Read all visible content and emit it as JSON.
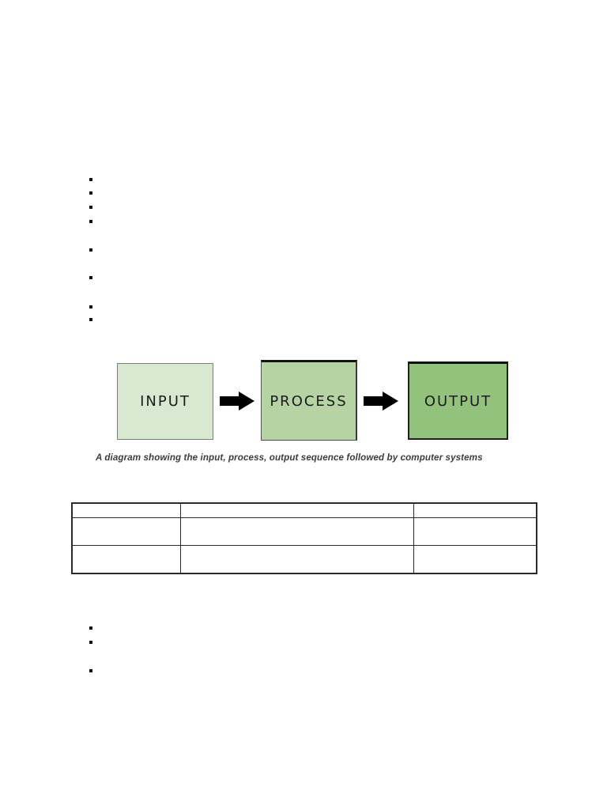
{
  "document": {
    "background_color": "#ffffff",
    "bullets": {
      "marker_style": "black-square",
      "top_group_count": 8,
      "bottom_group_count": 3
    },
    "diagram": {
      "boxes": [
        {
          "label": "INPUT",
          "fill_color": "#d9e8d0",
          "border_color": "#7f7f7f"
        },
        {
          "label": "PROCESS",
          "fill_color": "#b6d3a3",
          "border_color": "#4f4f4f"
        },
        {
          "label": "OUTPUT",
          "fill_color": "#92c27c",
          "border_color": "#1f1f1f"
        }
      ],
      "arrows": [
        {
          "direction": "right",
          "color": "#000000"
        },
        {
          "direction": "right",
          "color": "#000000"
        }
      ],
      "caption": "A diagram showing the input, process, output sequence followed by computer systems",
      "caption_color": "#3d3d3d"
    },
    "table": {
      "rows": 3,
      "columns": 3,
      "border_color": "#2b2b2b",
      "cells": [
        [
          "",
          "",
          ""
        ],
        [
          "",
          "",
          ""
        ],
        [
          "",
          "",
          ""
        ]
      ]
    }
  }
}
